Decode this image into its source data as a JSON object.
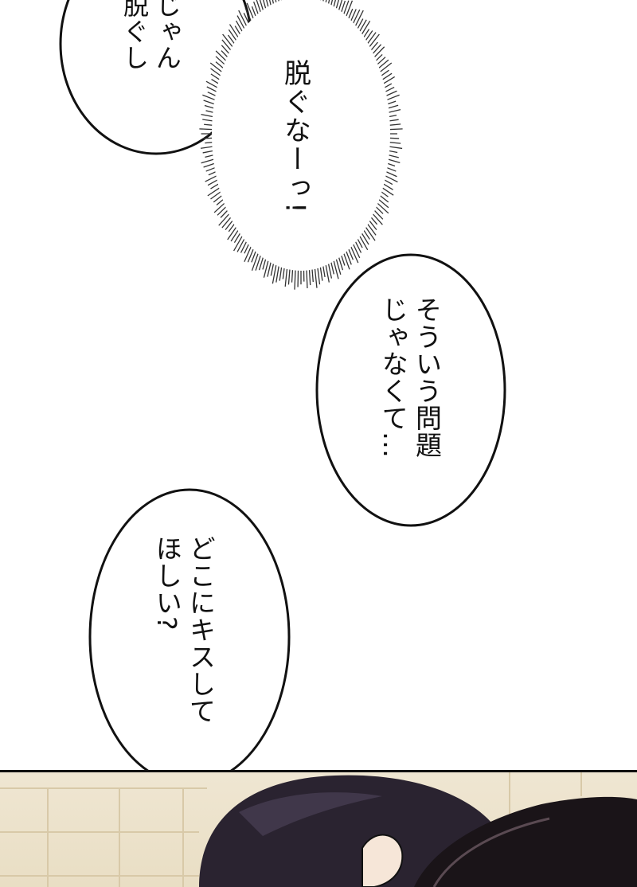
{
  "bubbles": {
    "top_left_partial": {
      "lines": [
        "じゃん",
        "脱ぐし"
      ]
    },
    "spiky_shout": {
      "text": "脱ぐなーっ!"
    },
    "middle_right": {
      "lines": [
        "そういう問題",
        "じゃなくて…"
      ]
    },
    "bottom_left": {
      "lines": [
        "どこにキスして",
        "ほしい?"
      ]
    }
  },
  "colors": {
    "background": "#ffffff",
    "outline": "#111111",
    "hair": "#2a2330",
    "skin": "#f6e6d8",
    "wall": "#ede3cb"
  }
}
